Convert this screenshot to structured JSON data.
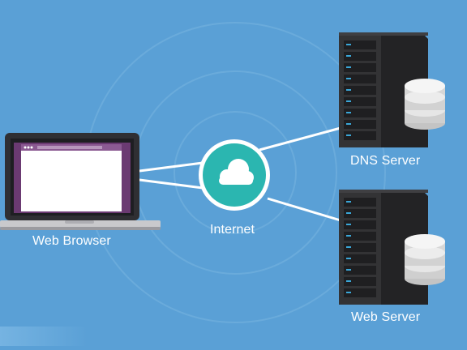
{
  "labels": {
    "browser": "Web Browser",
    "internet": "Internet",
    "dns": "DNS Server",
    "web": "Web Server"
  },
  "colors": {
    "background": "#5aa0d6",
    "hub": "#2bb6b0",
    "laptop_body": "#2f2f33",
    "screen_accent": "#6b3a72",
    "server": "#2c2c2e",
    "database": "#d7d7d7"
  },
  "icons": {
    "hub": "cloud-icon",
    "browser": "laptop-icon",
    "dns": "server-rack-icon",
    "web": "server-rack-icon",
    "db": "database-icon"
  }
}
